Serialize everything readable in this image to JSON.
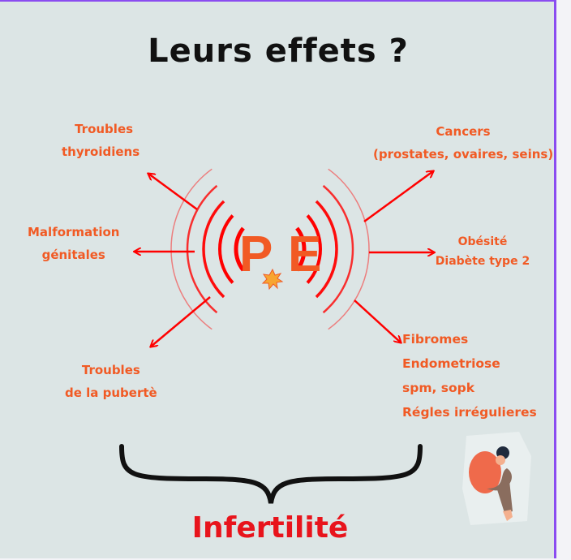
{
  "title": "Leurs effets ?",
  "center": {
    "p": "P",
    "e": "E"
  },
  "effects": {
    "thyroid": [
      "Troubles",
      "thyroidiens"
    ],
    "malformation": [
      "Malformation",
      "génitales"
    ],
    "puberty": [
      "Troubles",
      "de la pubertè"
    ],
    "cancers": [
      "Cancers",
      "(prostates, ovaires, seins)"
    ],
    "obesity": [
      "Obésité",
      "Diabète type 2"
    ],
    "gyneco": [
      "Fibromes",
      "Endometriose",
      "spm, sopk",
      "Régles irrégulieres"
    ]
  },
  "conclusion": "Infertilité",
  "colors": {
    "accent": "#f15a24",
    "arrows": "#ff0000",
    "conclusion": "#e8141c",
    "background": "#dce5e5"
  }
}
